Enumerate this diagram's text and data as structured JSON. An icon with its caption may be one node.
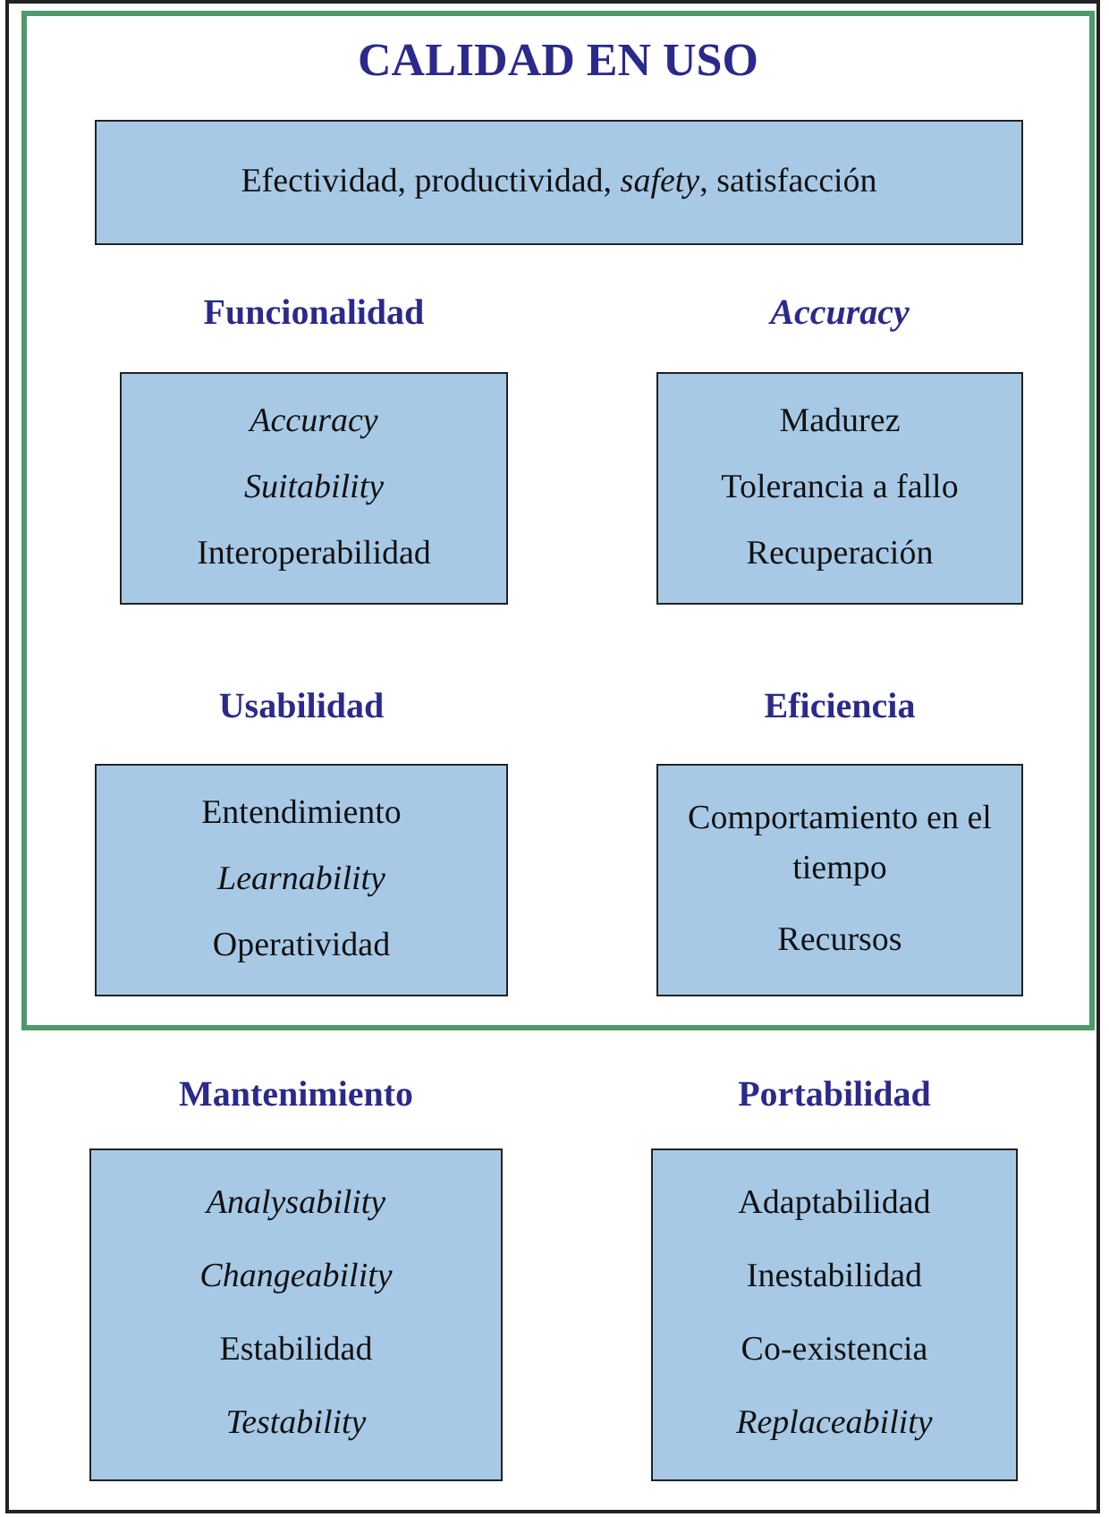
{
  "diagram": {
    "nodes": [
      {
        "text": [],
        "shape": "box"
      },
      {
        "text": [
          "CALIDAD EN USO"
        ],
        "in": 0
      },
      {
        "text": [
          "Efectividad, productividad, *safety*, satisfacción"
        ],
        "in": 1
      },
      {
        "text": [
          "Funcionalidad",
          "Accuracy",
          "Suitability",
          "Interoperabilidad"
        ],
        "in": 1
      },
      {
        "text": [
          "Accuracy",
          "Madurez",
          "Tolerancia a fallo",
          "Recuperación"
        ],
        "in": 1
      },
      {
        "text": [
          "Usabilidad",
          "Entendimiento",
          "Learnability",
          "Operatividad"
        ],
        "in": 1
      },
      {
        "text": [
          "Eficiencia",
          "Comportamiento en el tiempo",
          "Recursos"
        ],
        "in": 1
      },
      {
        "text": [
          "Mantenimiento",
          "Analysability",
          "Changeability",
          "Estabilidad",
          "Testability"
        ],
        "in": 0
      },
      {
        "text": [
          "Portabilidad",
          "Adaptabilidad",
          "Inestabilidad",
          "Co-existencia",
          "Replaceability"
        ],
        "in": 0
      }
    ],
    "edges": []
  }
}
